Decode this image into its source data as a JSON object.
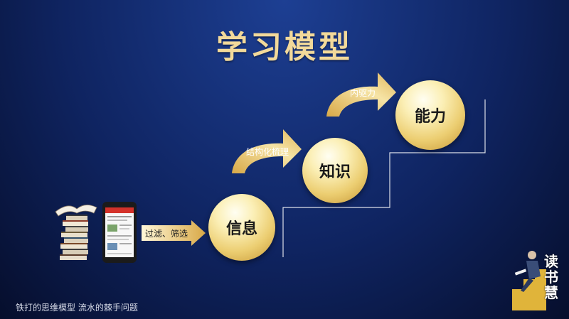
{
  "title": "学习模型",
  "nodes": {
    "info": "信息",
    "knowledge": "知识",
    "ability": "能力"
  },
  "edges": {
    "filter": "过滤、筛选",
    "structure": "结构化梳理",
    "drive": "内驱力"
  },
  "footer": {
    "caption": "铁打的思维模型  流水的棘手问题"
  },
  "logo": {
    "text": "读书慧"
  },
  "colors": {
    "title": "#f2d99a",
    "node_fill": "#ecce72",
    "arrow_fill": "#f0d98f",
    "stair_line": "#ffffff"
  }
}
